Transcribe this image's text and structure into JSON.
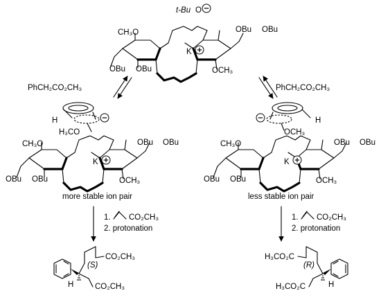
{
  "top": {
    "base_prefix": "t-Bu",
    "base_o": "O",
    "methoxy_left": "CH₃O",
    "obu_upper_1": "OBu",
    "obu_upper_2": "OBu",
    "obu_lower_1": "OBu",
    "obu_lower_2": "OBu",
    "och3_lower": "OCH₃",
    "ring_o": "O",
    "cation": "K"
  },
  "reagent_left": "PhCH₂CO₂CH₃",
  "reagent_right": "PhCH₂CO₂CH₃",
  "left_complex": {
    "h_label": "H",
    "ester_label": "H₃CO",
    "methoxy_left": "CH₃O",
    "obu_1": "OBu",
    "obu_2": "OBu",
    "obu_3": "OBu",
    "obu_4": "OBu",
    "och3": "OCH₃",
    "ring_o": "O",
    "cation": "K",
    "caption": "more stable ion pair"
  },
  "right_complex": {
    "h_label": "H",
    "ester_label": "OCH₃",
    "methoxy_left": "CH₃O",
    "obu_1": "OBu",
    "obu_2": "OBu",
    "obu_3": "OBu",
    "obu_4": "OBu",
    "och3": "OCH₃",
    "ring_o": "O",
    "cation": "K",
    "caption": "less stable ion pair"
  },
  "steps_left": {
    "step1_prefix": "1.",
    "step1_reagent": "CO₂CH₃",
    "step2": "2. protonation"
  },
  "steps_right": {
    "step1_prefix": "1.",
    "step1_reagent": "CO₂CH₃",
    "step2": "2. protonation"
  },
  "product_left": {
    "ester_top": "CO₂CH₃",
    "ester_bottom": "CO₂CH₃",
    "stereo": "(S)",
    "h_label": "H"
  },
  "product_right": {
    "ester_top": "H₃CO₂C",
    "ester_bottom": "H₃CO₂C",
    "stereo": "(R)",
    "h_label": "H"
  },
  "charge_symbols": {
    "minus": "−",
    "plus": "+"
  }
}
